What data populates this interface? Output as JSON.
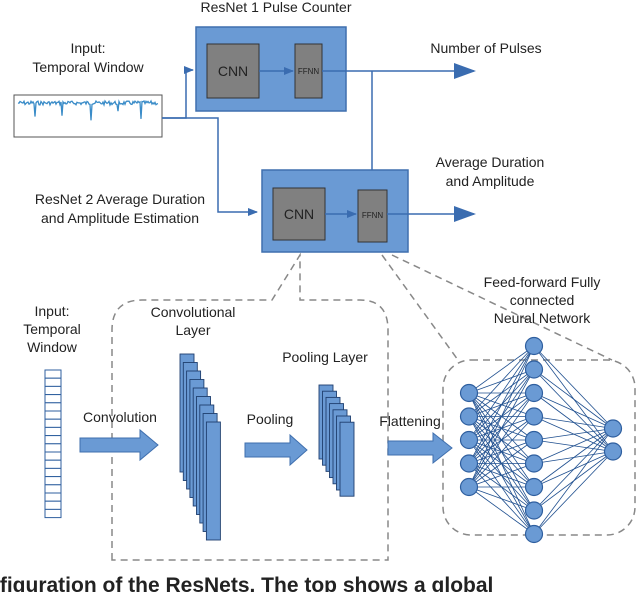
{
  "colors": {
    "block_fill": "#6a9ad4",
    "block_stroke": "#3f6fae",
    "module_fill": "#808080",
    "line": "#3a6cb0",
    "dash": "#888888",
    "node_fill": "#6a9ad4",
    "node_stroke": "#2f5f9f"
  },
  "resnet1": {
    "title": "ResNet 1 Pulse Counter",
    "cnn": "CNN",
    "ffnn": "FFNN",
    "output": "Number of Pulses"
  },
  "resnet2": {
    "title_line1": "ResNet 2 Average Duration",
    "title_line2": "and Amplitude Estimation",
    "cnn": "CNN",
    "ffnn": "FFNN",
    "output_line1": "Average Duration",
    "output_line2": "and Amplitude"
  },
  "input_top": {
    "line1": "Input:",
    "line2": "Temporal Window"
  },
  "detail": {
    "input_line1": "Input:",
    "input_line2": "Temporal",
    "input_line3": "Window",
    "conv_layer_line1": "Convolutional",
    "conv_layer_line2": "Layer",
    "pooling_layer": "Pooling Layer",
    "convolution": "Convolution",
    "pooling": "Pooling",
    "flattening": "Flattening",
    "ffnn_line1": "Feed-forward Fully",
    "ffnn_line2": "connected",
    "ffnn_line3": "Neural Network"
  },
  "caption": "ifiguration of the ResNets. The top shows a global",
  "network": {
    "layers": [
      5,
      9,
      2
    ]
  }
}
